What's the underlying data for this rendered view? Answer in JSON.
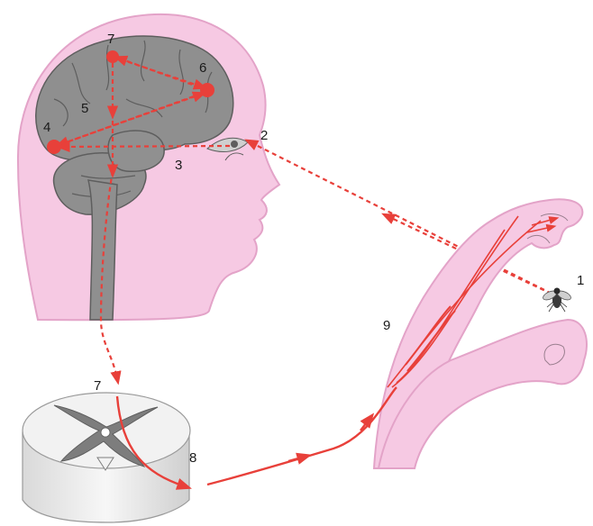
{
  "labels": {
    "l1": "1",
    "l2": "2",
    "l3": "3",
    "l4": "4",
    "l5": "5",
    "l6": "6",
    "l7_brain": "7",
    "l7_spine": "7",
    "l8": "8",
    "l9": "9"
  },
  "colors": {
    "skin": "#f6c9e3",
    "skin_outline": "#e3a3c8",
    "brain": "#8f8f8f",
    "brain_outline": "#5e5e5e",
    "pathway": "#e8403a",
    "cord_white": "#f2f2f2",
    "cord_grey": "#7d7d7d"
  },
  "icons": [
    "fly-icon",
    "eye-icon"
  ]
}
